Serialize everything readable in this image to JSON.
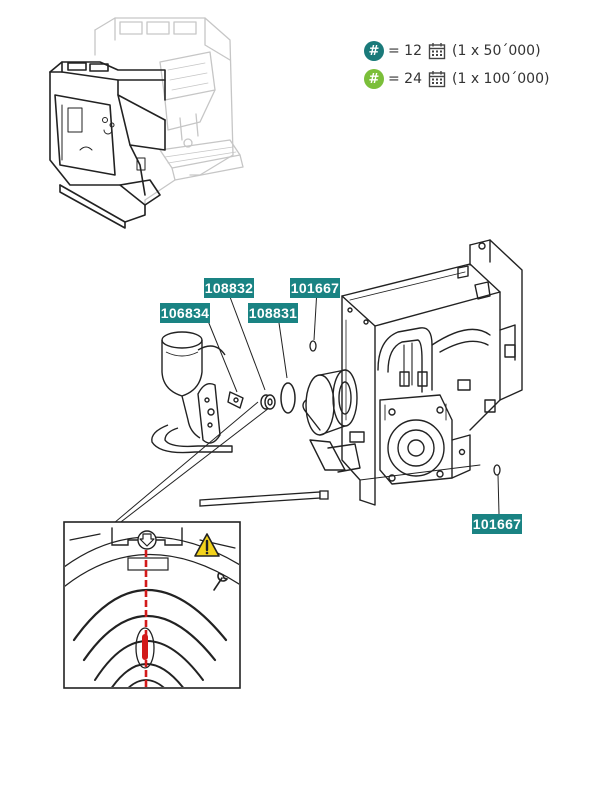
{
  "legend": [
    {
      "symbol": "#",
      "color": "#1a7a7a",
      "value": "= 12",
      "interval": "(1 x 50´000)",
      "icon": "calendar-icon"
    },
    {
      "symbol": "#",
      "color": "#7bbf3a",
      "value": "= 24",
      "interval": "(1 x 100´000)",
      "icon": "calendar-icon"
    }
  ],
  "part_labels": {
    "p108832": "108832",
    "p106834": "106834",
    "p108831": "108831",
    "p101667_top": "101667",
    "p101667_bottom": "101667"
  },
  "colors": {
    "tag_teal": "#1a8383",
    "alignment_line": "#d21b1b",
    "warning_yellow": "#f3d31c"
  },
  "icons": [
    "calendar-icon",
    "warning-icon",
    "wrench-icon",
    "arrow-down-icon"
  ]
}
